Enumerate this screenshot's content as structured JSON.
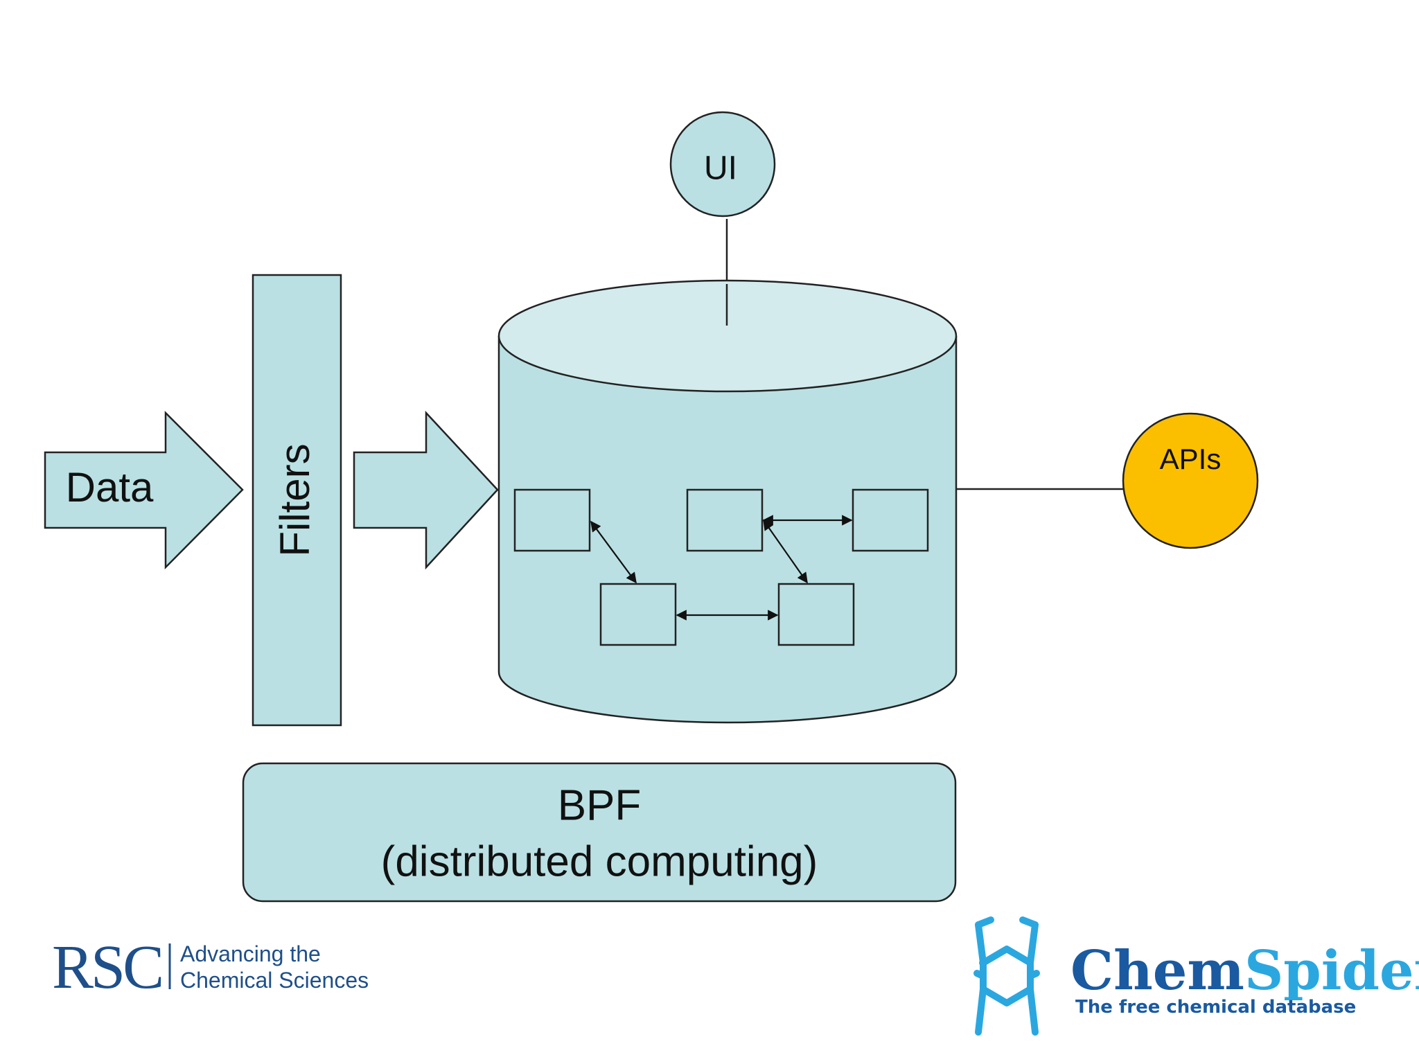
{
  "colors": {
    "shape_fill": "#bae0e3",
    "shape_top": "#d3ebed",
    "stroke": "#222222",
    "apis_fill": "#fbbf00",
    "rsc_blue": "#1e4f8a",
    "chemspider_blue": "#1a6fb5",
    "chemspider_light": "#2ba7e0"
  },
  "diagram": {
    "data_label": "Data",
    "filters_label": "Filters",
    "ui_label": "UI",
    "apis_label": "APIs",
    "bpf_line1": "BPF",
    "bpf_line2": "(distributed computing)"
  },
  "logos": {
    "rsc_mark": "RSC",
    "rsc_tagline_1": "Advancing the",
    "rsc_tagline_2": "Chemical Sciences",
    "chemspider_name_1": "Chem",
    "chemspider_name_2": "Spider",
    "chemspider_tagline": "The free chemical database",
    "chemspider_icon": "spider-molecule-icon"
  }
}
